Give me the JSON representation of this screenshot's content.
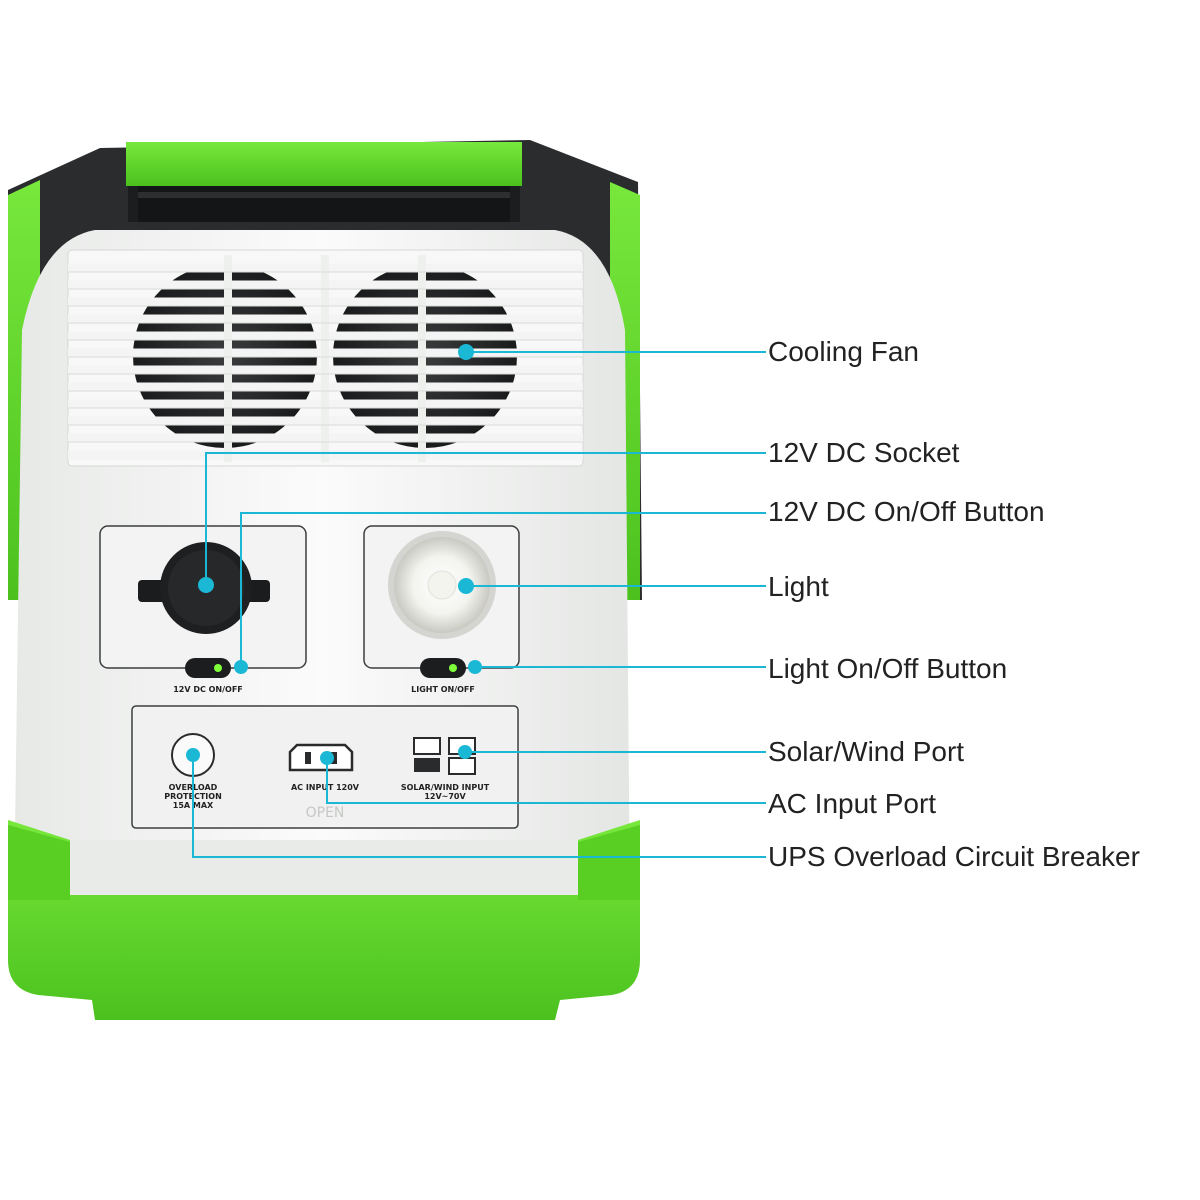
{
  "panel_labels": {
    "dc_switch": "12V DC ON/OFF",
    "light_switch": "LIGHT ON/OFF",
    "breaker_line1": "OVERLOAD",
    "breaker_line2": "PROTECTION",
    "breaker_line3": "15A MAX",
    "ac_input": "AC INPUT 120V",
    "solar_line1": "SOLAR/WIND INPUT",
    "solar_line2": "12V~70V",
    "cover_mark": "OPEN"
  },
  "callouts": [
    {
      "id": "cooling-fan",
      "label": "Cooling Fan"
    },
    {
      "id": "dc-socket",
      "label": "12V DC Socket"
    },
    {
      "id": "dc-button",
      "label": "12V DC On/Off Button"
    },
    {
      "id": "light",
      "label": "Light"
    },
    {
      "id": "light-button",
      "label": "Light On/Off Button"
    },
    {
      "id": "solar-port",
      "label": "Solar/Wind Port"
    },
    {
      "id": "ac-port",
      "label": "AC Input Port"
    },
    {
      "id": "ups-breaker",
      "label": "UPS Overload Circuit Breaker"
    }
  ],
  "colors": {
    "accent_green": "#64dd2a",
    "callout_cyan": "#1bb8d6",
    "body_white": "#f4f5f4",
    "frame_dark": "#2a2c2e",
    "indicator_green": "#7fff3a"
  }
}
